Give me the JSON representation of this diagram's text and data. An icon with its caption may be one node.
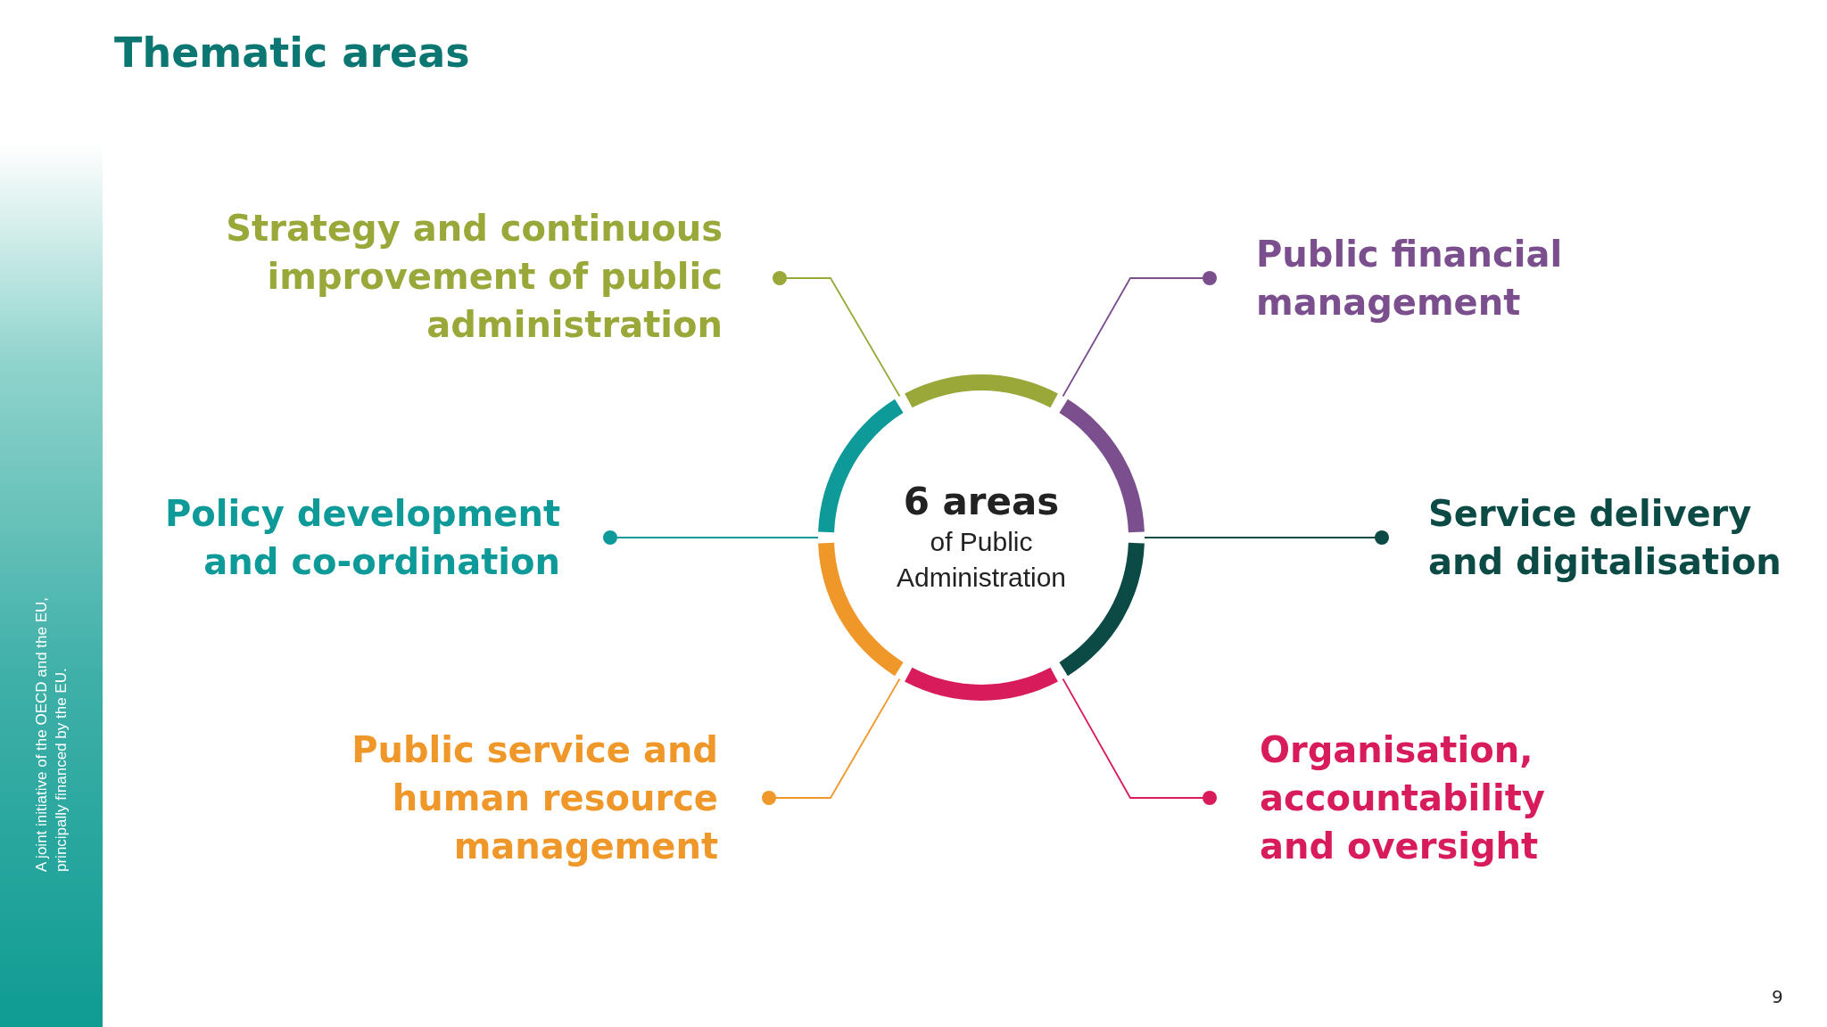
{
  "diagram": {
    "title": "Thematic areas",
    "nodes": [
      {
        "text": [
          "6 areas",
          "of Public Administration"
        ]
      },
      {
        "text": [
          "Strategy and continuous improvement of public administration"
        ]
      },
      {
        "text": [
          "Public financial management"
        ]
      },
      {
        "text": [
          "Policy development and co-ordination"
        ]
      },
      {
        "text": [
          "Service delivery and digitalisation"
        ]
      },
      {
        "text": [
          "Public service and human resource management"
        ]
      },
      {
        "text": [
          "Organisation, accountability and oversight"
        ]
      }
    ],
    "edges": [
      {
        "from": 1,
        "to": 0,
        "arrow": "other",
        "color": "#9aa83a"
      },
      {
        "from": 2,
        "to": 0,
        "arrow": "other",
        "color": "#7b4f8e"
      },
      {
        "from": 3,
        "to": 0,
        "arrow": "other",
        "color": "#0e9a98"
      },
      {
        "from": 4,
        "to": 0,
        "arrow": "other",
        "color": "#0b4a45"
      },
      {
        "from": 5,
        "to": 0,
        "arrow": "other",
        "color": "#f0972a"
      },
      {
        "from": 6,
        "to": 0,
        "arrow": "other",
        "color": "#d81b5a"
      }
    ],
    "labels": [
      "A joint initiative of the OECD and the EU, principally financed by the EU.",
      "9"
    ]
  }
}
